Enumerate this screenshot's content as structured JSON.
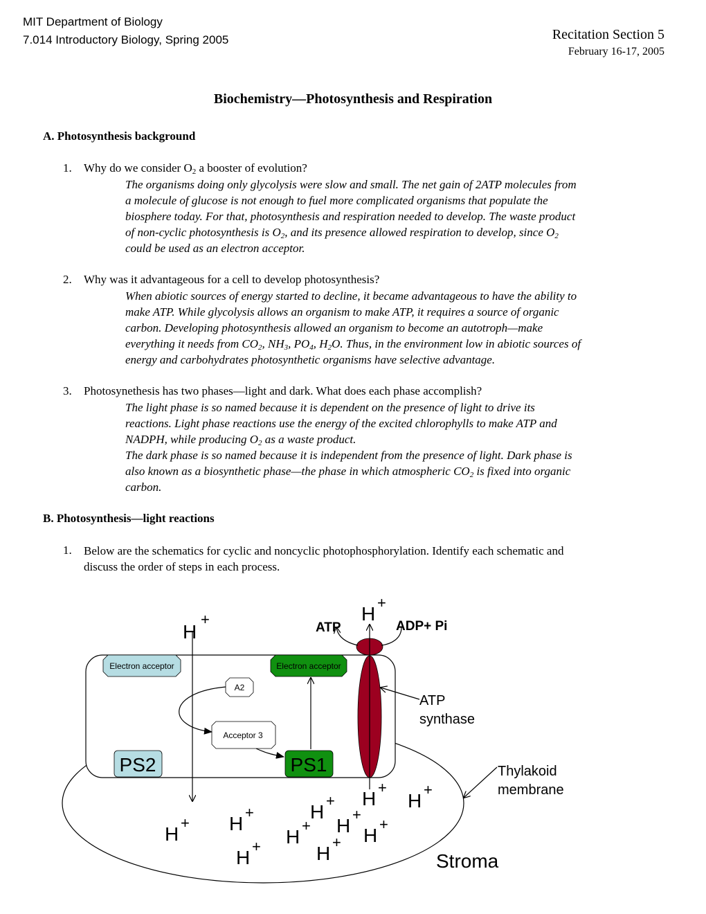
{
  "header": {
    "dept": "MIT Department of Biology",
    "course": "7.014 Introductory Biology, Spring 2005",
    "recitation": "Recitation Section 5",
    "date": "February 16-17, 2005"
  },
  "title": "Biochemistry—Photosynthesis and Respiration",
  "sectionA": {
    "heading": "A.  Photosynthesis background",
    "q1": {
      "num": "1.",
      "text_before": "Why do we consider O",
      "text_sub": "2",
      "text_after": " a booster of evolution?",
      "answer": [
        "The organisms doing only glycolysis were slow and small. The net gain of 2ATP molecules from",
        "a molecule of glucose is not enough to fuel more complicated organisms that populate the",
        "biosphere today. For that, photosynthesis and respiration needed to develop. The waste product"
      ],
      "answer4_a": "of non-cyclic photosynthesis is O",
      "answer4_sub1": "2",
      "answer4_b": ", and its presence allowed respiration to develop, since O",
      "answer4_sub2": "2",
      "answer5": "could be used as an electron acceptor."
    },
    "q2": {
      "num": "2.",
      "text": "Why was it advantageous for a cell to develop photosynthesis?",
      "answer": [
        "When abiotic sources of energy started to decline, it became advantageous to have the ability to",
        "make ATP. While glycolysis allows an organism to make ATP, it requires a source of organic",
        "carbon. Developing photosynthesis allowed an organism to become an autotroph—make"
      ],
      "answer4": {
        "a": "everything it needs from CO",
        "s1": "2",
        "b": ", NH",
        "s2": "3",
        "c": ", PO",
        "s3": "4",
        "d": ", H",
        "s4": "2",
        "e": "O. Thus, in the environment low in abiotic sources of"
      },
      "answer5": "energy and carbohydrates photosynthetic organisms have selective advantage."
    },
    "q3": {
      "num": "3.",
      "text": "Photosynethesis has two phases—light and dark. What does each phase accomplish?",
      "answer1": "The light phase is so named because it is dependent on the presence of light to drive its",
      "answer2": "reactions. Light phase reactions use the energy of the excited chlorophylls to make ATP and",
      "answer3_a": "NADPH, while producing O",
      "answer3_sub": "2",
      "answer3_b": " as a waste product.",
      "answer4": "The dark phase is so named because it is independent from the presence of light. Dark phase is",
      "answer5_a": "also known as a biosynthetic phase—the phase in which atmospheric CO",
      "answer5_sub": "2",
      "answer5_b": " is fixed into organic",
      "answer6": "carbon."
    }
  },
  "sectionB": {
    "heading": "B.  Photosynthesis—light reactions",
    "q1": {
      "num": "1.",
      "line1": "Below are the schematics for cyclic and noncyclic photophosphorylation. Identify each schematic and",
      "line2": "discuss the order of steps in each process."
    }
  },
  "diagram": {
    "electron_acceptor_ps2": "Electron acceptor",
    "electron_acceptor_ps1": "Electron acceptor",
    "a2": "A2",
    "acceptor3": "Acceptor 3",
    "ps2": "PS2",
    "ps1": "PS1",
    "atp": "ATP",
    "adp_pi": "ADP+ Pi",
    "atp_synthase_1": "ATP",
    "atp_synthase_2": "synthase",
    "thylakoid_1": "Thylakoid",
    "thylakoid_2": "membrane",
    "stroma": "Stroma",
    "h": "H",
    "plus": "+",
    "colors": {
      "ps2_fill": "#b6dde3",
      "ps1_fill": "#109010",
      "atp_synthase": "#9c0020",
      "acceptor_ps2_fill": "#b6dde3",
      "acceptor_ps1_fill": "#109010"
    }
  }
}
